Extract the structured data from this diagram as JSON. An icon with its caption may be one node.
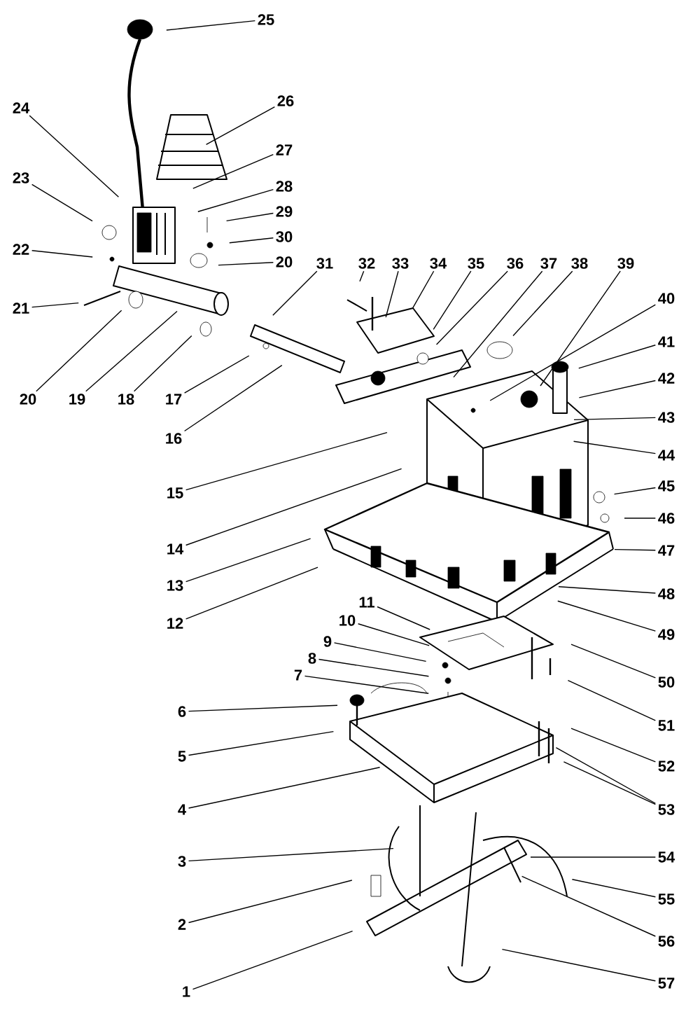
{
  "diagram": {
    "nodes": [
      {
        "text": [
          "25"
        ]
      },
      {
        "text": [
          "24"
        ]
      },
      {
        "text": [
          "26"
        ]
      },
      {
        "text": [
          "27"
        ]
      },
      {
        "text": [
          "23"
        ]
      },
      {
        "text": [
          "28"
        ]
      },
      {
        "text": [
          "29"
        ]
      },
      {
        "text": [
          "30"
        ]
      },
      {
        "text": [
          "22"
        ]
      },
      {
        "text": [
          "20"
        ]
      },
      {
        "text": [
          "31"
        ]
      },
      {
        "text": [
          "32"
        ]
      },
      {
        "text": [
          "33"
        ]
      },
      {
        "text": [
          "34"
        ]
      },
      {
        "text": [
          "35"
        ]
      },
      {
        "text": [
          "36"
        ]
      },
      {
        "text": [
          "37"
        ]
      },
      {
        "text": [
          "38"
        ]
      },
      {
        "text": [
          "39"
        ]
      },
      {
        "text": [
          "40"
        ]
      },
      {
        "text": [
          "21"
        ]
      },
      {
        "text": [
          "41"
        ]
      },
      {
        "text": [
          "42"
        ]
      },
      {
        "text": [
          "20"
        ]
      },
      {
        "text": [
          "19"
        ]
      },
      {
        "text": [
          "18"
        ]
      },
      {
        "text": [
          "17"
        ]
      },
      {
        "text": [
          "43"
        ]
      },
      {
        "text": [
          "16"
        ]
      },
      {
        "text": [
          "44"
        ]
      },
      {
        "text": [
          "45"
        ]
      },
      {
        "text": [
          "15"
        ]
      },
      {
        "text": [
          "46"
        ]
      },
      {
        "text": [
          "14"
        ]
      },
      {
        "text": [
          "47"
        ]
      },
      {
        "text": [
          "13"
        ]
      },
      {
        "text": [
          "48"
        ]
      },
      {
        "text": [
          "11"
        ]
      },
      {
        "text": [
          "12"
        ]
      },
      {
        "text": [
          "10"
        ]
      },
      {
        "text": [
          "49"
        ]
      },
      {
        "text": [
          "9"
        ]
      },
      {
        "text": [
          "8"
        ]
      },
      {
        "text": [
          "7"
        ]
      },
      {
        "text": [
          "50"
        ]
      },
      {
        "text": [
          "6"
        ]
      },
      {
        "text": [
          "51"
        ]
      },
      {
        "text": [
          "5"
        ]
      },
      {
        "text": [
          "52"
        ]
      },
      {
        "text": [
          "53"
        ]
      },
      {
        "text": [
          "4"
        ]
      },
      {
        "text": [
          "54"
        ]
      },
      {
        "text": [
          "3"
        ]
      },
      {
        "text": [
          "55"
        ]
      },
      {
        "text": [
          "2"
        ]
      },
      {
        "text": [
          "56"
        ]
      },
      {
        "text": [
          "1"
        ]
      },
      {
        "text": [
          "57"
        ]
      }
    ],
    "edges": [
      {
        "from": 0,
        "to": null,
        "arrow": "none"
      },
      {
        "from": 1,
        "to": null,
        "arrow": "none"
      },
      {
        "from": 2,
        "to": null,
        "arrow": "none"
      },
      {
        "from": 3,
        "to": null,
        "arrow": "none"
      },
      {
        "from": 4,
        "to": null,
        "arrow": "none"
      },
      {
        "from": 5,
        "to": null,
        "arrow": "none"
      },
      {
        "from": 6,
        "to": null,
        "arrow": "none"
      },
      {
        "from": 7,
        "to": null,
        "arrow": "none"
      },
      {
        "from": 8,
        "to": null,
        "arrow": "none"
      },
      {
        "from": 9,
        "to": null,
        "arrow": "none"
      },
      {
        "from": 10,
        "to": null,
        "arrow": "none"
      },
      {
        "from": 11,
        "to": null,
        "arrow": "none"
      },
      {
        "from": 12,
        "to": null,
        "arrow": "none"
      },
      {
        "from": 13,
        "to": null,
        "arrow": "none"
      },
      {
        "from": 14,
        "to": null,
        "arrow": "none"
      },
      {
        "from": 15,
        "to": null,
        "arrow": "none"
      },
      {
        "from": 16,
        "to": null,
        "arrow": "none"
      },
      {
        "from": 17,
        "to": null,
        "arrow": "none"
      },
      {
        "from": 18,
        "to": null,
        "arrow": "none"
      },
      {
        "from": 19,
        "to": null,
        "arrow": "none"
      },
      {
        "from": 20,
        "to": null,
        "arrow": "none"
      },
      {
        "from": 21,
        "to": null,
        "arrow": "none"
      },
      {
        "from": 22,
        "to": null,
        "arrow": "none"
      },
      {
        "from": 23,
        "to": null,
        "arrow": "none"
      },
      {
        "from": 24,
        "to": null,
        "arrow": "none"
      },
      {
        "from": 25,
        "to": null,
        "arrow": "none"
      },
      {
        "from": 26,
        "to": null,
        "arrow": "none"
      },
      {
        "from": 27,
        "to": null,
        "arrow": "none"
      },
      {
        "from": 28,
        "to": null,
        "arrow": "none"
      },
      {
        "from": 29,
        "to": null,
        "arrow": "none"
      },
      {
        "from": 30,
        "to": null,
        "arrow": "none"
      },
      {
        "from": 31,
        "to": null,
        "arrow": "none"
      },
      {
        "from": 32,
        "to": null,
        "arrow": "none"
      },
      {
        "from": 33,
        "to": null,
        "arrow": "none"
      },
      {
        "from": 34,
        "to": null,
        "arrow": "none"
      },
      {
        "from": 35,
        "to": null,
        "arrow": "none"
      },
      {
        "from": 36,
        "to": null,
        "arrow": "none"
      },
      {
        "from": 37,
        "to": null,
        "arrow": "none"
      },
      {
        "from": 38,
        "to": null,
        "arrow": "none"
      },
      {
        "from": 39,
        "to": null,
        "arrow": "none"
      },
      {
        "from": 40,
        "to": null,
        "arrow": "none"
      },
      {
        "from": 41,
        "to": null,
        "arrow": "none"
      },
      {
        "from": 42,
        "to": null,
        "arrow": "none"
      },
      {
        "from": 43,
        "to": null,
        "arrow": "none"
      },
      {
        "from": 44,
        "to": null,
        "arrow": "none"
      },
      {
        "from": 45,
        "to": null,
        "arrow": "none"
      },
      {
        "from": 46,
        "to": null,
        "arrow": "none"
      },
      {
        "from": 47,
        "to": null,
        "arrow": "none"
      },
      {
        "from": 48,
        "to": null,
        "arrow": "none"
      },
      {
        "from": 49,
        "to": null,
        "arrow": "none"
      },
      {
        "from": 49,
        "to": null,
        "arrow": "none"
      },
      {
        "from": 50,
        "to": null,
        "arrow": "none"
      },
      {
        "from": 51,
        "to": null,
        "arrow": "none"
      },
      {
        "from": 52,
        "to": null,
        "arrow": "none"
      },
      {
        "from": 53,
        "to": null,
        "arrow": "none"
      },
      {
        "from": 54,
        "to": null,
        "arrow": "none"
      },
      {
        "from": 55,
        "to": null,
        "arrow": "none"
      },
      {
        "from": 56,
        "to": null,
        "arrow": "none"
      },
      {
        "from": 57,
        "to": null,
        "arrow": "none"
      }
    ]
  }
}
